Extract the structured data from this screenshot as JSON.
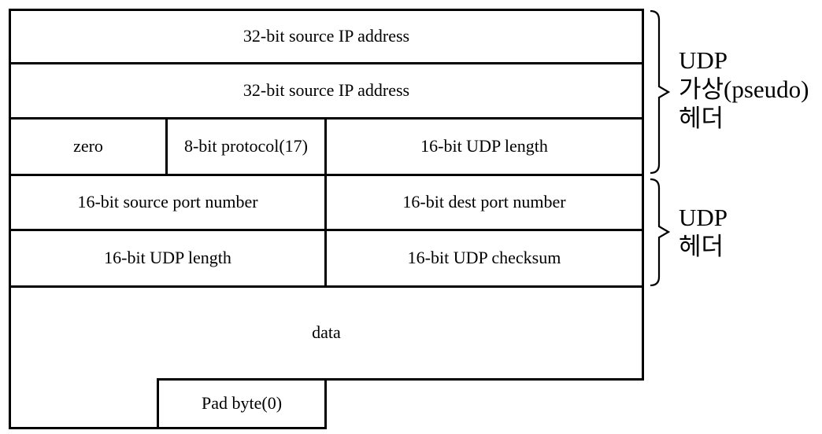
{
  "diagram": {
    "rows": {
      "source_ip_1": "32-bit source IP address",
      "source_ip_2": "32-bit source IP address",
      "zero": "zero",
      "protocol": "8-bit protocol(17)",
      "udp_length_pseudo": "16-bit UDP length",
      "source_port": "16-bit source port number",
      "dest_port": "16-bit dest port number",
      "udp_length": "16-bit UDP length",
      "udp_checksum": "16-bit UDP checksum",
      "data": "data",
      "pad_byte": "Pad byte(0)"
    },
    "labels": {
      "pseudo_header": {
        "line1": "UDP",
        "line2": "가상(pseudo)",
        "line3": "헤더"
      },
      "udp_header": {
        "line1": "UDP",
        "line2": "헤더"
      }
    },
    "colors": {
      "line": "#000000",
      "text": "#000000",
      "background": "#ffffff"
    }
  }
}
